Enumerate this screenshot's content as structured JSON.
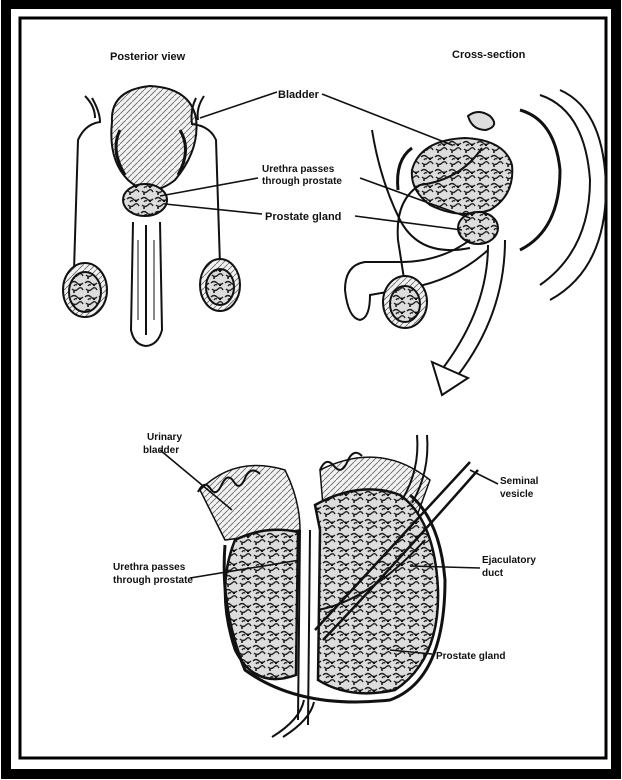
{
  "titles": {
    "posterior_view": "Posterior view",
    "cross_section": "Cross-section"
  },
  "labels": {
    "bladder": "Bladder",
    "urethra_top": [
      "Urethra passes",
      "through prostate"
    ],
    "prostate_top": "Prostate gland",
    "urinary_bladder": [
      "Urinary",
      "bladder"
    ],
    "seminal_vesicle": [
      "Seminal",
      "vesicle"
    ],
    "urethra_bottom": [
      "Urethra passes",
      "through prostate"
    ],
    "ejaculatory_duct": [
      "Ejaculatory",
      "duct"
    ],
    "prostate_bottom": "Prostate gland"
  }
}
